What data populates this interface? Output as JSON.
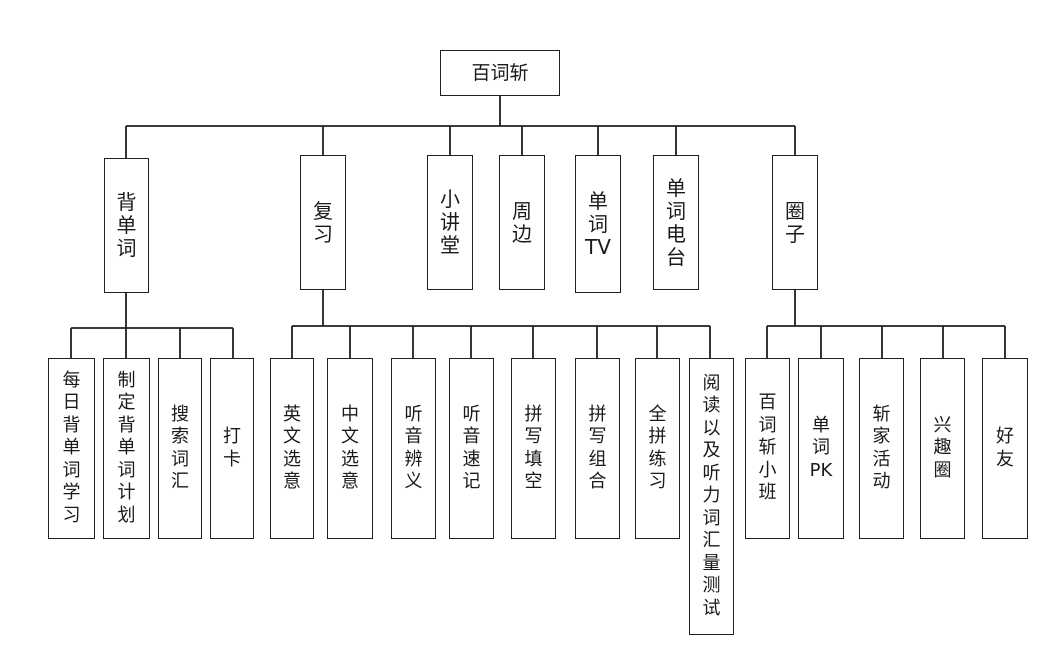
{
  "root": {
    "label": "百词斩"
  },
  "level1": [
    {
      "id": "bei",
      "label": "背单词"
    },
    {
      "id": "fuxi",
      "label": "复习"
    },
    {
      "id": "xiaojiangtang",
      "label": "小讲堂"
    },
    {
      "id": "zhoubian",
      "label": "周边"
    },
    {
      "id": "danci-tv",
      "label": "单词TV"
    },
    {
      "id": "danci-diantai",
      "label": "单词电台"
    },
    {
      "id": "quanzi",
      "label": "圈子"
    }
  ],
  "level2": {
    "bei": [
      "每日背单词学习",
      "制定背单词计划",
      "搜索词汇",
      "打卡"
    ],
    "fuxi": [
      "英文选意",
      "中文选意",
      "听音辨义",
      "听音速记",
      "拼写填空",
      "拼写组合",
      "全拼练习",
      "阅读以及听力词汇量测试"
    ],
    "quanzi": [
      "百词斩小班",
      "单词PK",
      "斩家活动",
      "兴趣圈",
      "好友"
    ]
  }
}
